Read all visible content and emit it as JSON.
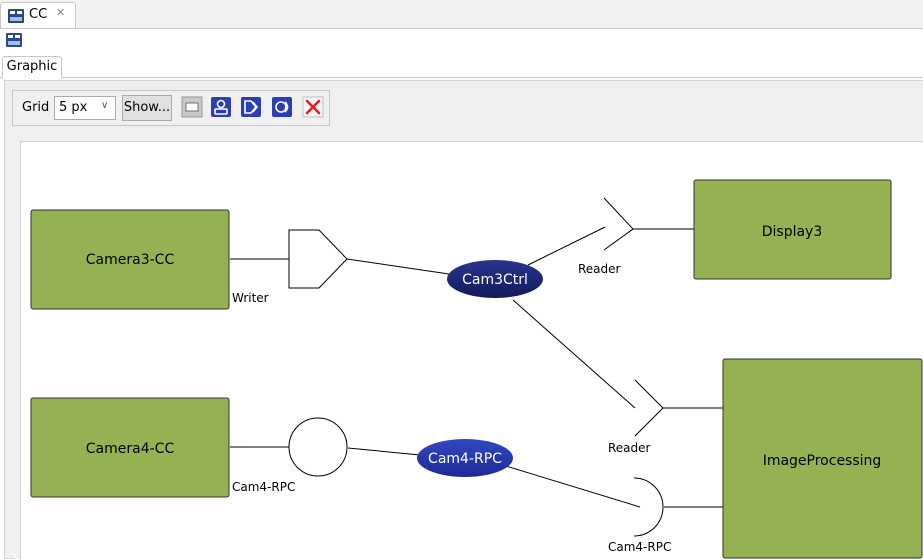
{
  "editor_tab": {
    "label": "CC",
    "close_glyph": "✕"
  },
  "view_tab": {
    "label": "Graphic"
  },
  "toolbar": {
    "grid_label": "Grid",
    "grid_value": "5 px",
    "show_label": "Show...",
    "buttons": [
      "frame-icon",
      "participant-icon",
      "writer-port-icon",
      "reader-port-icon",
      "delete-icon"
    ]
  },
  "diagram": {
    "components": [
      {
        "name": "Camera3-CC"
      },
      {
        "name": "Camera4-CC"
      },
      {
        "name": "Display3"
      },
      {
        "name": "ImageProcessing"
      }
    ],
    "topics": [
      {
        "name": "Cam3Ctrl",
        "color": "#1a2470"
      },
      {
        "name": "Cam4-RPC",
        "color": "#2233a8"
      }
    ],
    "port_labels": {
      "camera3_writer": "Writer",
      "camera4_rpc": "Cam4-RPC",
      "display3_reader": "Reader",
      "imageprocessing_reader": "Reader",
      "imageprocessing_rpc": "Cam4-RPC"
    },
    "component_color": "#94b252"
  }
}
